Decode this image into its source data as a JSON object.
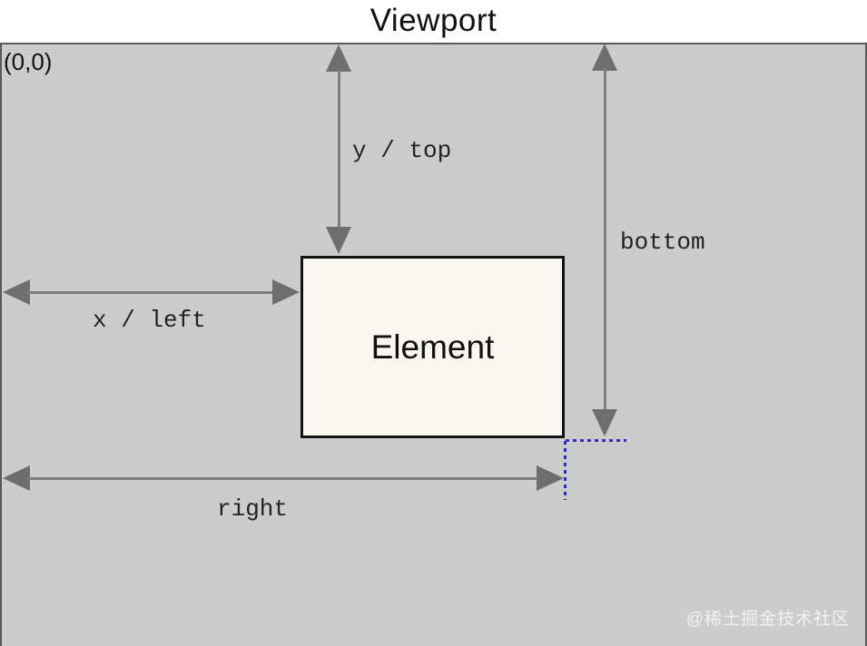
{
  "title": "Viewport",
  "viewport": {
    "origin_label": "(0,0)"
  },
  "element": {
    "label": "Element"
  },
  "measurements": [
    {
      "id": "y-top",
      "label": "y / top",
      "axis": "vertical",
      "from": "viewport-top",
      "to": "element-top"
    },
    {
      "id": "bottom",
      "label": "bottom",
      "axis": "vertical",
      "from": "viewport-top",
      "to": "element-bottom"
    },
    {
      "id": "x-left",
      "label": "x / left",
      "axis": "horizontal",
      "from": "viewport-left",
      "to": "element-left"
    },
    {
      "id": "right",
      "label": "right",
      "axis": "horizontal",
      "from": "viewport-left",
      "to": "element-right"
    }
  ],
  "colors": {
    "viewport_background": "#cccccc",
    "viewport_border": "#595959",
    "element_background": "#f8f6ef",
    "element_border": "#141414",
    "arrow": "#6e6e6e",
    "label_text": "#222222",
    "guide_blue": "#2b2bd6"
  },
  "watermark": "@稀土掘金技术社区"
}
